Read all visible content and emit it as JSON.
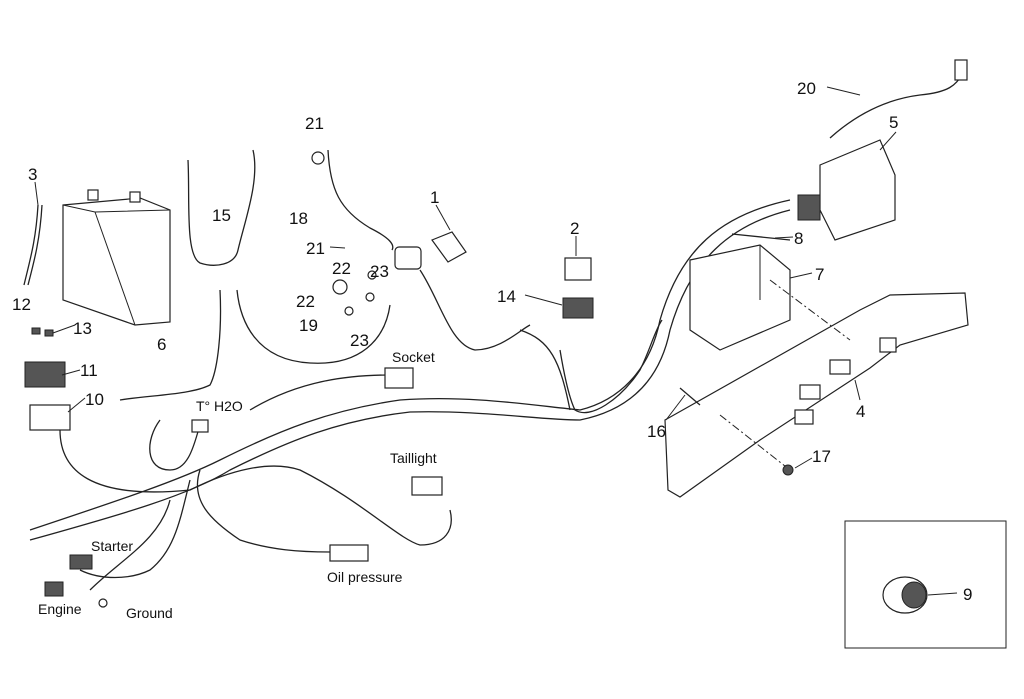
{
  "callouts": {
    "c1": "1",
    "c2": "2",
    "c3": "3",
    "c4": "4",
    "c5": "5",
    "c6": "6",
    "c7": "7",
    "c8": "8",
    "c9": "9",
    "c10": "10",
    "c11": "11",
    "c12": "12",
    "c13": "13",
    "c14": "14",
    "c15": "15",
    "c16": "16",
    "c17": "17",
    "c18": "18",
    "c19": "19",
    "c20": "20",
    "c21a": "21",
    "c21b": "21",
    "c22a": "22",
    "c22b": "22",
    "c23a": "23",
    "c23b": "23"
  },
  "connector_labels": {
    "socket": "Socket",
    "temp": "T° H2O",
    "taillight": "Taillight",
    "starter": "Starter",
    "engine": "Engine",
    "ground": "Ground",
    "oil": "Oil pressure"
  }
}
